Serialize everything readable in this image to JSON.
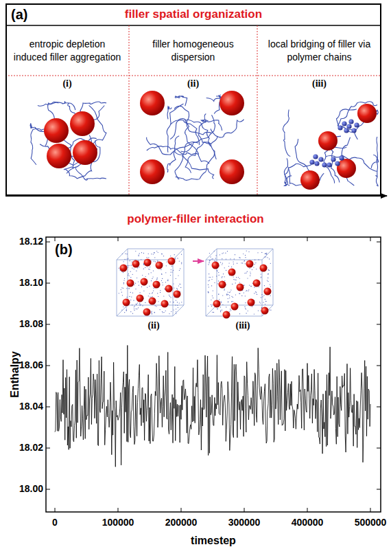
{
  "diagram": {
    "nodes": [
      {
        "text": [
          "(a)",
          "filler spatial organization"
        ]
      },
      {
        "text": [
          "entropic depletion induced filler aggregation"
        ],
        "in": 0
      },
      {
        "text": [
          "filler homogeneous dispersion"
        ],
        "in": 0
      },
      {
        "text": [
          "local bridging of filler via polymer chains"
        ],
        "in": 0
      },
      {
        "text": [
          "(i)"
        ],
        "in": 0
      },
      {
        "text": [
          "(ii)"
        ],
        "in": 0
      },
      {
        "text": [
          "(iii)"
        ],
        "in": 0
      },
      {
        "text": [
          "(ii)"
        ]
      },
      {
        "text": [
          "(iii)"
        ]
      }
    ],
    "edges": [
      {
        "from": 7,
        "to": 8,
        "arrow": "to"
      }
    ],
    "labels": [
      "polymer-filler interaction",
      "(b)",
      "Enthalpy",
      "18.12",
      "18.10",
      "18.08",
      "18.06",
      "18.04",
      "18.02",
      "18.00",
      "0",
      "100000",
      "200000",
      "300000",
      "400000",
      "500000",
      "timestep"
    ]
  }
}
